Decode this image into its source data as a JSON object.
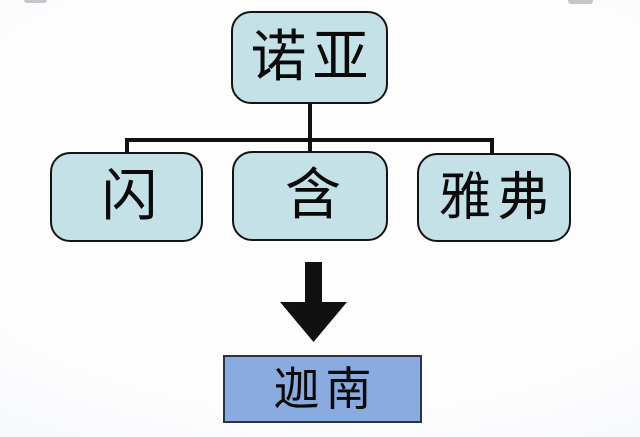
{
  "diagram": {
    "type": "family-tree",
    "background_color": "#f4f6fa",
    "connector_color": "#111111",
    "nodes": {
      "root": {
        "label": "诺亚",
        "fill": "#c5e1e8",
        "border_color": "#141414",
        "shape": "rounded-rectangle"
      },
      "children": [
        {
          "label": "闪",
          "fill": "#c5e1e8",
          "border_color": "#141414",
          "shape": "rounded-rectangle"
        },
        {
          "label": "含",
          "fill": "#c5e1e8",
          "border_color": "#141414",
          "shape": "rounded-rectangle"
        },
        {
          "label": "雅弗",
          "fill": "#c5e1e8",
          "border_color": "#141414",
          "shape": "rounded-rectangle"
        }
      ],
      "result": {
        "label": "迦南",
        "fill": "#89abdf",
        "border_color": "#2b3443",
        "shape": "rectangle"
      }
    },
    "arrow": {
      "icon": "down-arrow-icon",
      "color": "#111111",
      "direction": "down"
    }
  }
}
